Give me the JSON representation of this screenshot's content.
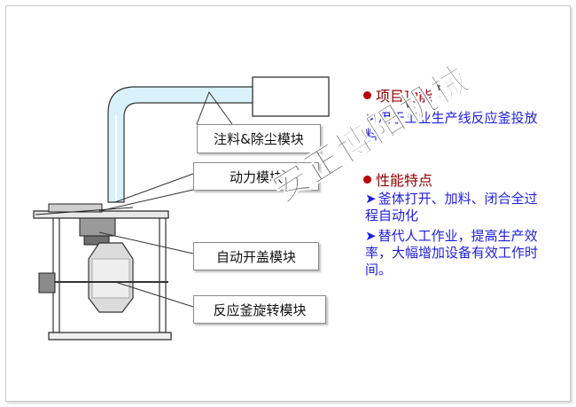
{
  "callouts": {
    "injection": "注料&除尘模块",
    "power": "动力模块",
    "lid": "自动开盖模块",
    "rotation": "反应釜旋转模块"
  },
  "function_section": {
    "title": "项目功能",
    "items": [
      "用于工业生产线反应釜投放料"
    ]
  },
  "features_section": {
    "title": "性能特点",
    "items": [
      "釜体打开、加料、闭合全过程自动化",
      "替代人工作业，提高生产效率，大幅增加设备有效工作时间。"
    ]
  },
  "watermark": "安正博阳机械",
  "colors": {
    "section_title": "#8b0000",
    "bullet": "#b80000",
    "item_text": "#1f1fd6",
    "pipe": "#d9f1fa",
    "outline": "#333333"
  }
}
